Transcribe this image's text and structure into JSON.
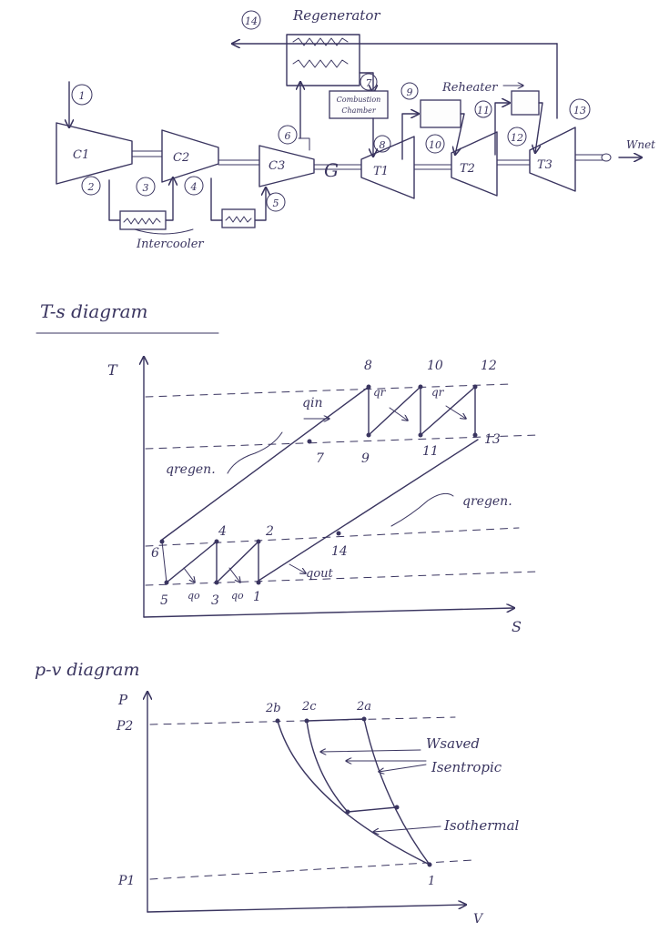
{
  "schematic": {
    "regenerator_title": "Regenerator",
    "reheater_label": "Reheater",
    "combustion_label_1": "Combustion",
    "combustion_label_2": "Chamber",
    "intercooler_label": "Intercooler",
    "wnet_label": "Wnet",
    "gen_label": "G",
    "components": {
      "c1": "C1",
      "c2": "C2",
      "c3": "C3",
      "t1": "T1",
      "t2": "T2",
      "t3": "T3"
    },
    "state_numbers": [
      "1",
      "2",
      "3",
      "4",
      "5",
      "6",
      "7",
      "8",
      "9",
      "10",
      "11",
      "12",
      "13",
      "14"
    ]
  },
  "ts_diagram": {
    "title": "T-s diagram",
    "y_axis": "T",
    "x_axis": "S",
    "labels": {
      "q_in": "qin",
      "q_r1": "qr",
      "q_r2": "qr",
      "q_regen_left": "qregen.",
      "q_regen_right": "qregen.",
      "q_out": "qout",
      "q_o1": "qo",
      "q_o2": "qo"
    },
    "points": {
      "p1": "1",
      "p2": "2",
      "p3": "3",
      "p4": "4",
      "p5": "5",
      "p6": "6",
      "p7": "7",
      "p8": "8",
      "p9": "9",
      "p10": "10",
      "p11": "11",
      "p12": "12",
      "p13": "13",
      "p14": "14"
    }
  },
  "pv_diagram": {
    "title": "p-v diagram",
    "y_axis": "P",
    "x_axis": "V",
    "p2_label": "P2",
    "p1_label": "P1",
    "point_2b": "2b",
    "point_2c": "2c",
    "point_2a": "2a",
    "point_1": "1",
    "label_wsaved": "Wsaved",
    "label_isentropic": "Isentropic",
    "label_isothermal": "Isothermal"
  }
}
